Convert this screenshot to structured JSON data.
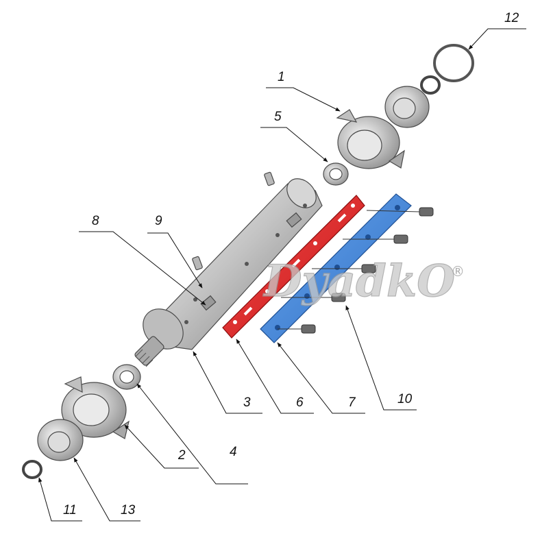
{
  "watermark": {
    "text": "DyadkO",
    "reg_mark": "®"
  },
  "colors": {
    "red_strip": "#e02020",
    "blue_strip": "#3a7fd5",
    "metal": "#c8c8c8",
    "leader": "#111111"
  },
  "callouts": [
    "1",
    "2",
    "3",
    "4",
    "5",
    "6",
    "7",
    "8",
    "9",
    "10",
    "11",
    "12",
    "13"
  ]
}
